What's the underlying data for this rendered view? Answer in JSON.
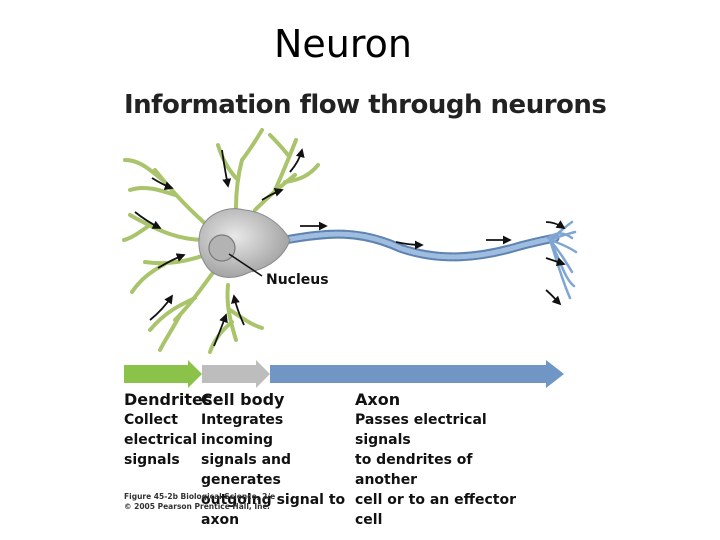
{
  "slide": {
    "title": "Neuron"
  },
  "figure": {
    "title": "Information flow through neurons",
    "nucleus_label": "Nucleus",
    "colors": {
      "dendrite": "#a9c46a",
      "cell_body": "#cfcfcf",
      "axon": "#6f96c4",
      "arrow_dendrite": "#8bc34a",
      "arrow_cell": "#bdbdbd",
      "arrow_axon": "#6f96c4"
    },
    "segments": [
      {
        "id": "dendrites",
        "heading": "Dendrites",
        "lines": [
          "Collect",
          "electrical",
          "signals"
        ]
      },
      {
        "id": "cellbody",
        "heading": "Cell body",
        "lines": [
          "Integrates incoming",
          "signals and generates",
          "outgoing signal to",
          "axon"
        ]
      },
      {
        "id": "axon",
        "heading": "Axon",
        "lines": [
          "Passes electrical signals",
          "to dendrites of another",
          "cell or to an effector cell"
        ]
      }
    ],
    "credit": [
      "Figure 45-2b  Biological Science, 2/e",
      "© 2005 Pearson Prentice Hall, Inc."
    ]
  }
}
